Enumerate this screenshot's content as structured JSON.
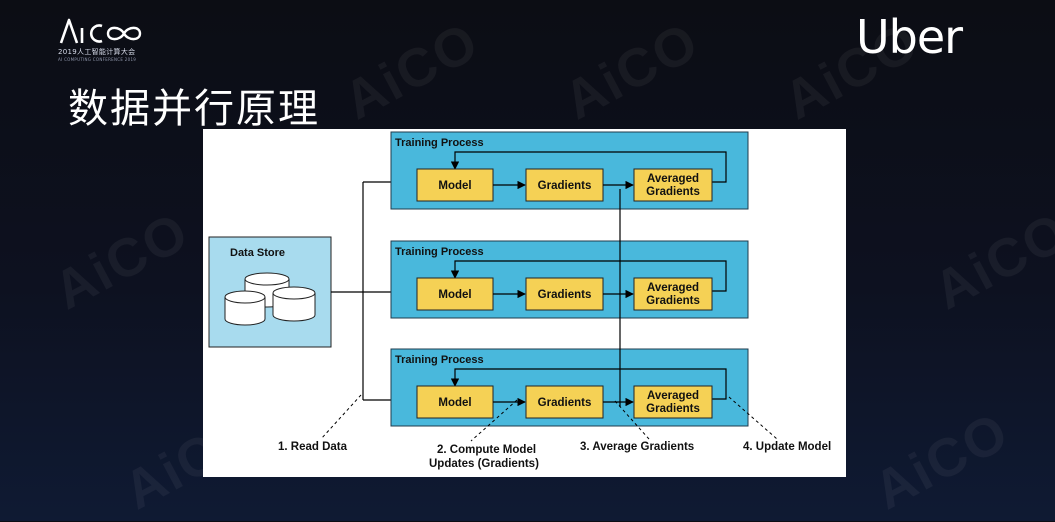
{
  "slide": {
    "title": "数据并行原理",
    "brand_logo": "Uber",
    "watermark_text": "AiCO"
  },
  "conference_logo": {
    "line1": "2019人工智能计算大会",
    "line2": "AI COMPUTING CONFERENCE 2019"
  },
  "diagram": {
    "data_store_label": "Data Store",
    "process_title": "Training Process",
    "model_label": "Model",
    "gradients_label": "Gradients",
    "averaged_line1": "Averaged",
    "averaged_line2": "Gradients",
    "steps": [
      {
        "line1": "1. Read Data",
        "line2": ""
      },
      {
        "line1": "2. Compute Model",
        "line2": "Updates (Gradients)"
      },
      {
        "line1": "3. Average Gradients",
        "line2": ""
      },
      {
        "line1": "4. Update Model",
        "line2": ""
      }
    ]
  },
  "colors": {
    "process_panel": "#49b8dc",
    "step_box": "#f5d155",
    "data_store_panel": "#a8dbee",
    "background": "#0d1120"
  }
}
